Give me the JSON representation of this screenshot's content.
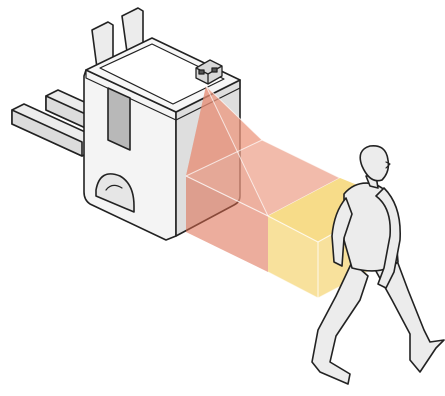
{
  "figure": {
    "subject": "forklift-safety-sensor-illustration",
    "colors": {
      "background": "#ffffff",
      "outline": "#222222",
      "body_light": "#f2f2f2",
      "body_mid": "#e2e2e2",
      "body_dark": "#c9c9c9",
      "window_grey": "#b8b8b8",
      "warning_zone": "#dd6a4c",
      "caution_zone": "#f2c43a",
      "person_fill": "#e8e8e8"
    },
    "zones": [
      {
        "name": "warning-zone",
        "color": "#dd6a4c"
      },
      {
        "name": "caution-zone",
        "color": "#f2c43a"
      }
    ]
  }
}
